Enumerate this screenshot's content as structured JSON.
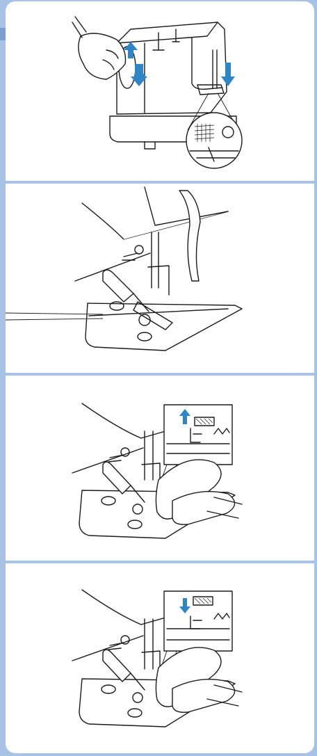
{
  "document": {
    "steps": [
      {
        "id": "step-1",
        "arrows": "up-down",
        "arrow_color": "#2f86c7"
      },
      {
        "id": "step-2"
      },
      {
        "id": "step-3",
        "inset_arrow": "up",
        "arrow_color": "#2f86c7"
      },
      {
        "id": "step-4",
        "inset_arrow": "down",
        "arrow_color": "#2f86c7"
      }
    ],
    "frame_color": "#a8c2e6"
  }
}
